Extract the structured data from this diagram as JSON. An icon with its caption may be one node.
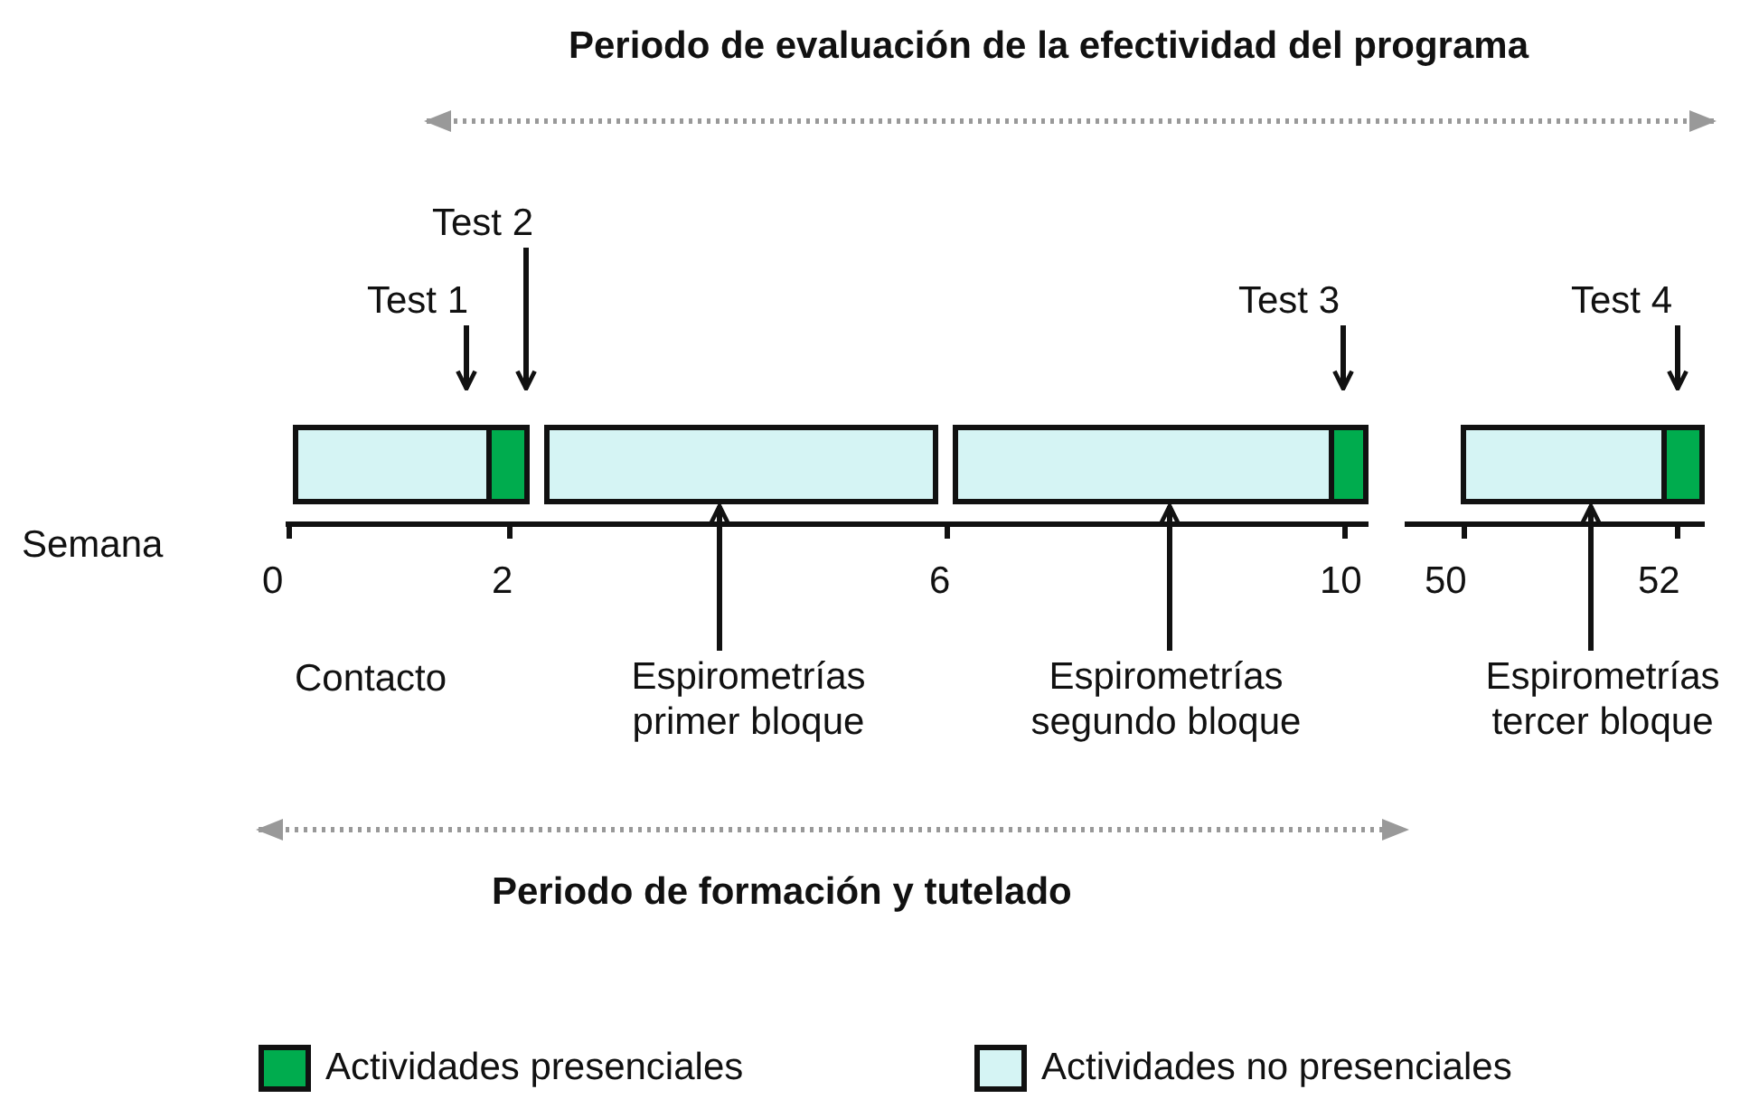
{
  "diagram": {
    "title": "Periodo de evaluación de la efectividad del programa",
    "nodes": [
      {
        "text": [],
        "shape": "box"
      },
      {
        "text": [],
        "shape": "box",
        "in": 0
      },
      {
        "text": [],
        "shape": "box"
      },
      {
        "text": [],
        "shape": "box"
      },
      {
        "text": [],
        "shape": "box",
        "in": 3
      },
      {
        "text": [],
        "shape": "box"
      },
      {
        "text": [],
        "shape": "box",
        "in": 5
      },
      {
        "text": [
          "Test 1"
        ]
      },
      {
        "text": [
          "Test 2"
        ]
      },
      {
        "text": [
          "Test 3"
        ]
      },
      {
        "text": [
          "Test 4"
        ]
      },
      {
        "text": [
          "Espirometrías primer bloque"
        ]
      },
      {
        "text": [
          "Espirometrías segundo bloque"
        ]
      },
      {
        "text": [
          "Espirometrías tercer bloque"
        ]
      }
    ],
    "edges": [
      {
        "from": 7,
        "to": 0,
        "arrow": "to"
      },
      {
        "from": 8,
        "to": 1,
        "arrow": "to"
      },
      {
        "from": 9,
        "to": 4,
        "arrow": "to"
      },
      {
        "from": 10,
        "to": 6,
        "arrow": "to"
      },
      {
        "from": 11,
        "to": 2,
        "arrow": "to"
      },
      {
        "from": 12,
        "to": 3,
        "arrow": "to"
      },
      {
        "from": 13,
        "to": 5,
        "arrow": "to"
      }
    ],
    "labels": [
      "Semana",
      "0",
      "2",
      "6",
      "10",
      "50",
      "52",
      "Contacto",
      "Periodo de formación y tutelado"
    ],
    "legend": [
      {
        "text": "Actividades presenciales",
        "color": "#00ac4e"
      },
      {
        "text": "Actividades no presenciales",
        "color": "#d5f4f4"
      }
    ]
  }
}
